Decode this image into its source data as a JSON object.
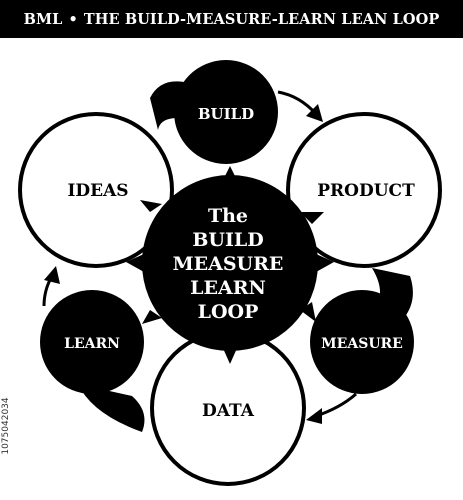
{
  "header": {
    "prefix": "BML",
    "separator": "•",
    "title": "THE BUILD-MEASURE-LEARN LEAN LOOP"
  },
  "center": {
    "lines": [
      "The",
      "BUILD",
      "MEASURE",
      "LEARN",
      "LOOP"
    ]
  },
  "nodes": {
    "build": "BUILD",
    "product": "PRODUCT",
    "measure": "MEASURE",
    "data": "DATA",
    "learn": "LEARN",
    "ideas": "IDEAS"
  },
  "image_id": "1075042034",
  "colors": {
    "primary": "#000000",
    "background": "#ffffff"
  }
}
